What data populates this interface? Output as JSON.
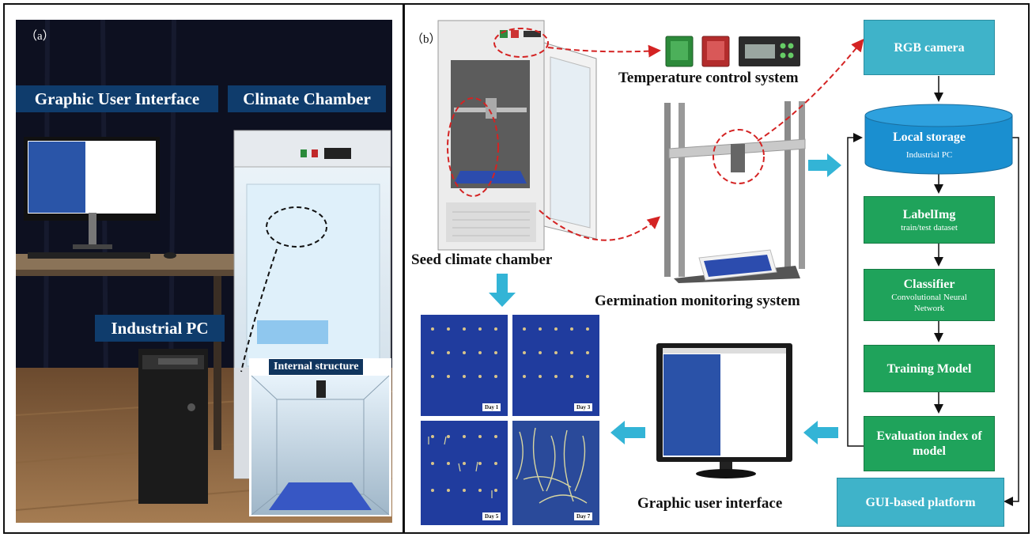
{
  "panel_a": {
    "label": "（a）",
    "gui_label": "Graphic User Interface",
    "chamber_label": "Climate Chamber",
    "pc_label": "Industrial PC",
    "internal_label": "Internal structure"
  },
  "panel_b": {
    "label": "（b）",
    "temp_caption": "Temperature control system",
    "seed_caption": "Seed climate chamber",
    "germ_caption": "Germination monitoring system",
    "gui_caption": "Graphic user interface",
    "days": [
      "Day 1",
      "Day 3",
      "Day 5",
      "Day 7"
    ],
    "flow": {
      "camera": "RGB camera",
      "storage_title": "Local storage",
      "storage_sub": "Industrial PC",
      "labelimg_title": "LabelImg",
      "labelimg_sub": "train/test dataset",
      "classifier_title": "Classifier",
      "classifier_sub": "Convolutional Neural Network",
      "training": "Training Model",
      "evaluation": "Evaluation index of model",
      "platform": "GUI-based platform"
    }
  },
  "colors": {
    "label_bg": "#0f3c6c",
    "green_box": "#1fa35b",
    "teal_box": "#3fb3c9",
    "storage": "#1a8fd0",
    "arrow_red": "#d42323",
    "arrow_teal": "#33b4d6",
    "tray_blue": "#1f3fa8"
  }
}
